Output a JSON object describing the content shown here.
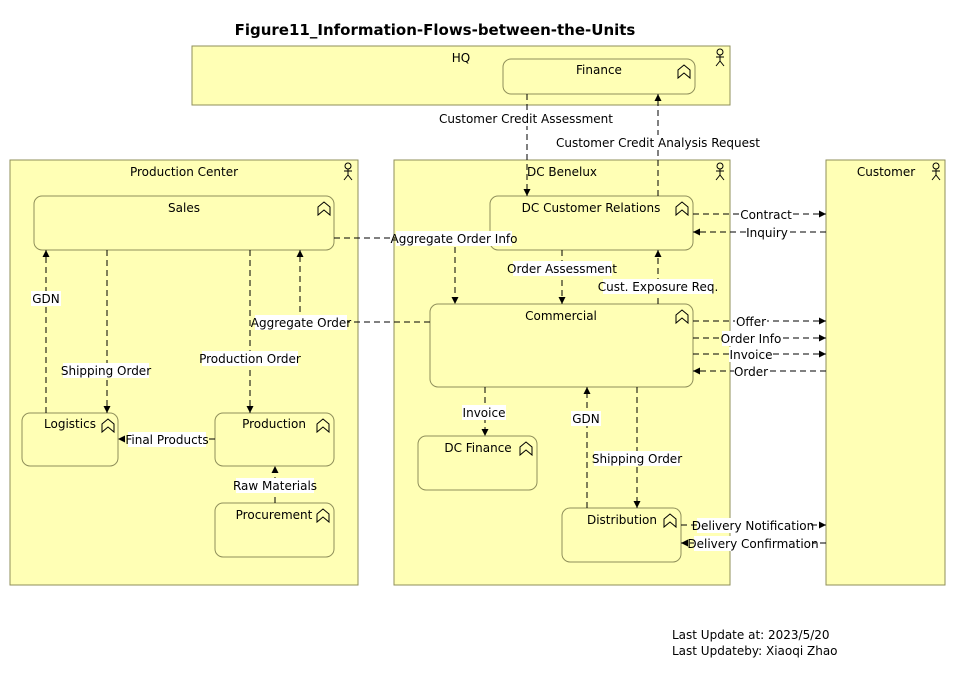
{
  "title": "Figure11_Information-Flows-between-the-Units",
  "actors": {
    "hq": "HQ",
    "production_center": "Production Center",
    "dc_benelux": "DC Benelux",
    "customer": "Customer"
  },
  "functions": {
    "finance": "Finance",
    "sales": "Sales",
    "logistics": "Logistics",
    "production": "Production",
    "procurement": "Procurement",
    "dc_customer_relations": "DC Customer Relations",
    "commercial": "Commercial",
    "dc_finance": "DC Finance",
    "distribution": "Distribution"
  },
  "flows": {
    "customer_credit_assessment": "Customer Credit Assessment",
    "customer_credit_analysis_request": "Customer Credit Analysis Request",
    "contract": "Contract",
    "inquiry": "Inquiry",
    "aggregate_order_info": "Aggregate Order Info",
    "order_assessment": "Order Assessment",
    "cust_exposure_req": "Cust. Exposure Req.",
    "aggregate_order": "Aggregate Order",
    "offer": "Offer",
    "order_info": "Order Info",
    "invoice_out": "Invoice",
    "order_in": "Order",
    "gdn_logistics": "GDN",
    "shipping_order_sales": "Shipping Order",
    "production_order": "Production Order",
    "final_products": "Final Products",
    "raw_materials": "Raw Materials",
    "invoice_dc": "Invoice",
    "gdn_distribution": "GDN",
    "shipping_order_commercial": "Shipping Order",
    "delivery_notification": "Delivery Notification",
    "delivery_confirmation": "Delivery Confirmation"
  },
  "footer": {
    "last_update": "Last Update at: 2023/5/20",
    "last_update_by": "Last Updateby: Xiaoqi Zhao"
  },
  "icons": {
    "actor": "actor-icon",
    "function": "business-function-icon"
  }
}
